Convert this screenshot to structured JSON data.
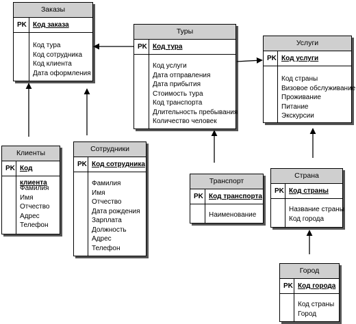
{
  "pk_label": "PK",
  "entities": {
    "zakazy": {
      "title": "Заказы",
      "key": "Код заказа",
      "attrs": [
        "Код тура",
        "Код сотрудника",
        "Код клиента",
        "Дата оформления"
      ]
    },
    "tury": {
      "title": "Туры",
      "key": "Код тура",
      "attrs": [
        "Код услуги",
        "Дата отправления",
        "Дата прибытия",
        "Стоимость тура",
        "Код транспорта",
        "Длительность пребывания",
        "Количество человек"
      ]
    },
    "uslugi": {
      "title": "Услуги",
      "key": "Код услуги",
      "attrs": [
        "Код страны",
        "Визовое обслуживание",
        "Проживание",
        "Питание",
        "Экскурсии"
      ]
    },
    "klienty": {
      "title": "Клиенты",
      "key": "Код клиента",
      "attrs": [
        "Фамилия",
        "Имя",
        "Отчество",
        "Адрес",
        "Телефон"
      ]
    },
    "sotrudniki": {
      "title": "Сотрудники",
      "key": "Код сотрудника",
      "attrs": [
        "Фамилия",
        "Имя",
        "Отчество",
        "Дата рождения",
        "Зарплата",
        "Должность",
        "Адрес",
        "Телефон"
      ]
    },
    "transport": {
      "title": "Транспорт",
      "key": "Код транспорта",
      "attrs": [
        "Наименование"
      ]
    },
    "strana": {
      "title": "Страна",
      "key": "Код страны",
      "attrs": [
        "Название страны",
        "Код города"
      ]
    },
    "gorod": {
      "title": "Город",
      "key": "Код города",
      "attrs": [
        "Код страны",
        "Город"
      ]
    }
  }
}
